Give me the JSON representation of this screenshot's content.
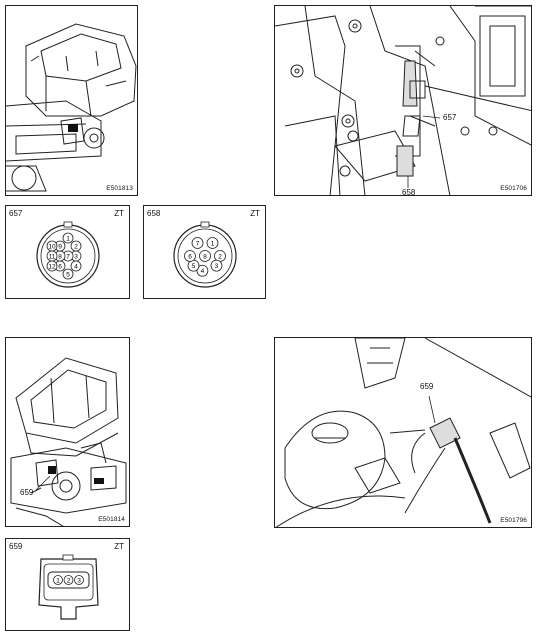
{
  "panels": {
    "cab_top": {
      "code": "E501813"
    },
    "engine_photo": {
      "code": "E501706",
      "callouts": [
        "657",
        "658"
      ]
    },
    "conn657": {
      "id": "657",
      "tag": "ZT",
      "pins": [
        "1",
        "2",
        "3",
        "4",
        "5",
        "6",
        "7",
        "8",
        "9",
        "10",
        "11",
        "12"
      ]
    },
    "conn658": {
      "id": "658",
      "tag": "ZT",
      "pins": [
        "1",
        "2",
        "3",
        "4",
        "5",
        "6",
        "7",
        "8"
      ]
    },
    "cab_lower": {
      "code": "E501814",
      "callout": "659"
    },
    "sensor_photo": {
      "code": "E501796",
      "callout": "659"
    },
    "conn659": {
      "id": "659",
      "tag": "ZT",
      "pins": [
        "1",
        "2",
        "3"
      ]
    }
  }
}
